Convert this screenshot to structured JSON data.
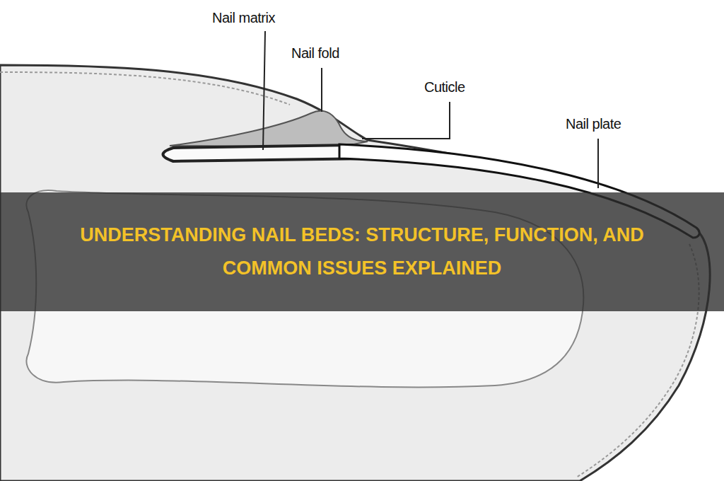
{
  "diagram": {
    "title": "UNDERSTANDING NAIL BEDS: STRUCTURE, FUNCTION, AND COMMON ISSUES EXPLAINED",
    "labels": [
      "Nail matrix",
      "Nail fold",
      "Cuticle",
      "Nail plate"
    ]
  }
}
